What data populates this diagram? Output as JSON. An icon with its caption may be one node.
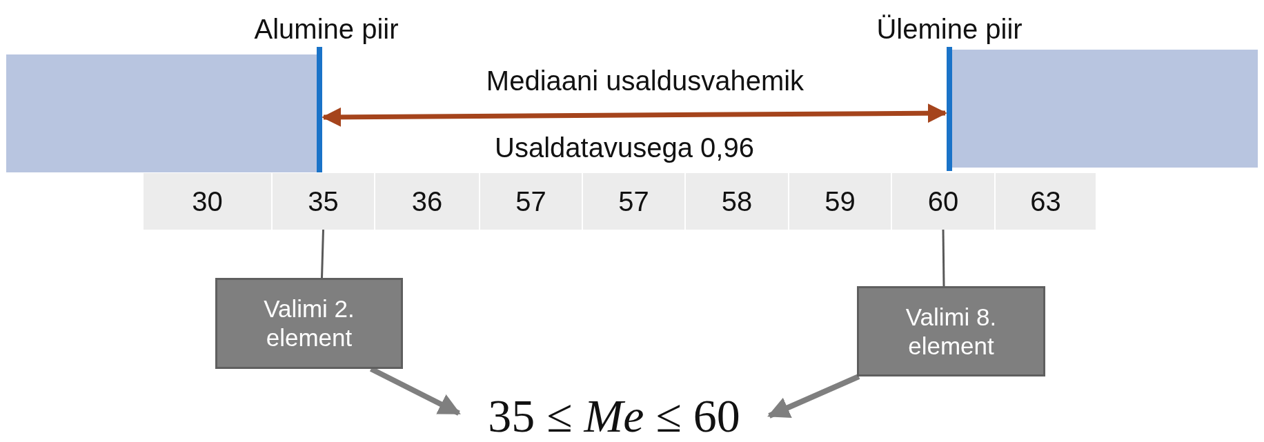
{
  "diagram": {
    "nodes": [
      {
        "text": [
          "30"
        ]
      },
      {
        "text": [
          "35"
        ]
      },
      {
        "text": [
          "36"
        ]
      },
      {
        "text": [
          "57"
        ]
      },
      {
        "text": [
          "57"
        ]
      },
      {
        "text": [
          "58"
        ]
      },
      {
        "text": [
          "59"
        ]
      },
      {
        "text": [
          "60"
        ]
      },
      {
        "text": [
          "63"
        ]
      },
      {
        "text": [
          "Valimi 2. element"
        ]
      },
      {
        "text": [
          "Valimi 8. element"
        ]
      },
      {
        "text": [
          "35 ≤ *Me* ≤ 60"
        ]
      }
    ],
    "edges": [
      {
        "from": 1,
        "to": 9,
        "arrow": "none"
      },
      {
        "from": 7,
        "to": 10,
        "arrow": "none"
      },
      {
        "from": 9,
        "to": 11,
        "arrow": "to",
        "style": "thick"
      },
      {
        "from": 10,
        "to": 11,
        "arrow": "to",
        "style": "thick"
      }
    ],
    "labels": [
      "Alumine piir",
      "Ülemine piir",
      "Mediaani usaldusvahemik",
      "Usaldatavusega 0,96"
    ]
  }
}
